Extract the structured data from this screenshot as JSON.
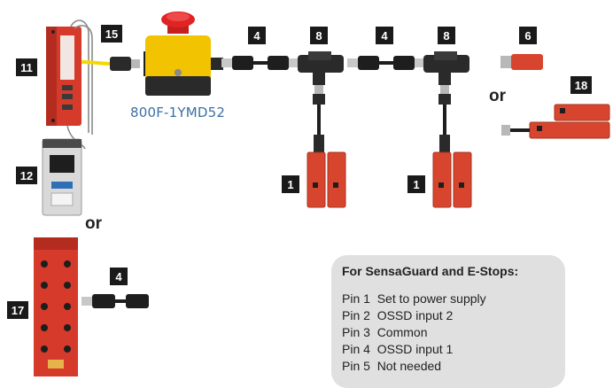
{
  "callouts": {
    "c11": "11",
    "c15": "15",
    "c4a": "4",
    "c8a": "8",
    "c4b": "4",
    "c8b": "8",
    "c6": "6",
    "c18": "18",
    "c12": "12",
    "c1a": "1",
    "c1b": "1",
    "c17": "17",
    "c4c": "4"
  },
  "estop_model": "800F-1YMD52",
  "or_labels": [
    "or",
    "or"
  ],
  "legend": {
    "title": "For SensaGuard and E-Stops:",
    "pins": [
      "Pin 1  Set to power supply",
      "Pin 2  OSSD input 2",
      "Pin 3  Common",
      "Pin 4  OSSD input 1",
      "Pin 5  Not needed"
    ]
  },
  "colors": {
    "relay_red": "#d63a2a",
    "estop_yellow": "#f2c300",
    "estop_button": "#d81e1e",
    "sensor_red": "#d8452f",
    "cable_black": "#1e1e1e",
    "yellow_wire": "#f5d800",
    "label_blue": "#3b6fa5",
    "legend_bg": "#e0e0e0"
  }
}
